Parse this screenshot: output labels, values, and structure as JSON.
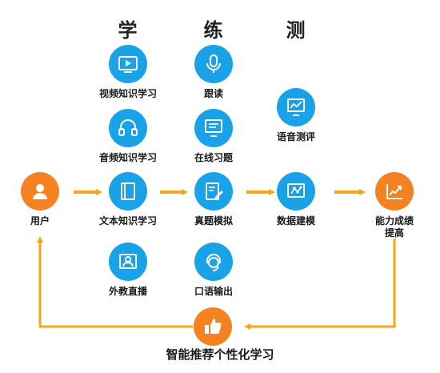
{
  "columns": {
    "learn": "学",
    "practice": "练",
    "test": "测"
  },
  "nodes": {
    "video": "视频知识学习",
    "audio": "音频知识学习",
    "text": "文本知识学习",
    "foreign": "外教直播",
    "follow": "跟读",
    "online": "在线习题",
    "exam": "真题模拟",
    "oral": "口语输出",
    "voice_eval": "语音测评",
    "modeling": "数据建模",
    "user": "用户",
    "improve_line1": "能力成绩",
    "improve_line2": "提高",
    "recommend": "智能推荐个性化学习"
  },
  "colors": {
    "blue": "#1aa2e8",
    "orange": "#f58220",
    "arrow": "#f7a61b"
  },
  "icons": {
    "video": "play-screen-icon",
    "audio": "headphones-icon",
    "text": "book-icon",
    "foreign": "presenter-icon",
    "follow": "microphone-icon",
    "online": "monitor-icon",
    "exam": "document-edit-icon",
    "oral": "headset-icon",
    "voice_eval": "chart-screen-icon",
    "modeling": "network-screen-icon",
    "user": "user-icon",
    "improve": "growth-chart-icon",
    "recommend": "thumbs-up-icon"
  }
}
